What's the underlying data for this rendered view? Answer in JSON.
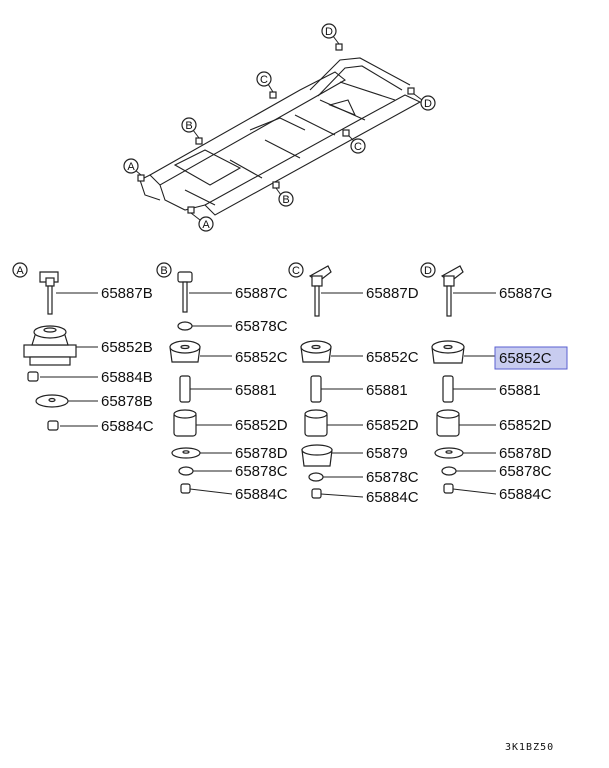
{
  "colors": {
    "highlight_fill": "#c8ccf0",
    "highlight_stroke": "#5a5fd0",
    "ink": "#222222"
  },
  "frame_callouts": [
    "D",
    "C",
    "D",
    "B",
    "C",
    "A",
    "B",
    "A"
  ],
  "columns": [
    {
      "letter": "A",
      "parts": [
        "65887B",
        "65852B",
        "65884B",
        "65878B",
        "65884C"
      ]
    },
    {
      "letter": "B",
      "parts": [
        "65887C",
        "65878C",
        "65852C",
        "65881",
        "65852D",
        "65878D",
        "65878C",
        "65884C"
      ]
    },
    {
      "letter": "C",
      "parts": [
        "65887D",
        "65852C",
        "65881",
        "65852D",
        "65879",
        "65878C",
        "65884C"
      ]
    },
    {
      "letter": "D",
      "parts": [
        "65887G",
        "65852C",
        "65881",
        "65852D",
        "65878D",
        "65878C",
        "65884C"
      ]
    }
  ],
  "highlighted_part": "65852C",
  "diagram_code": "3K1BZ50"
}
